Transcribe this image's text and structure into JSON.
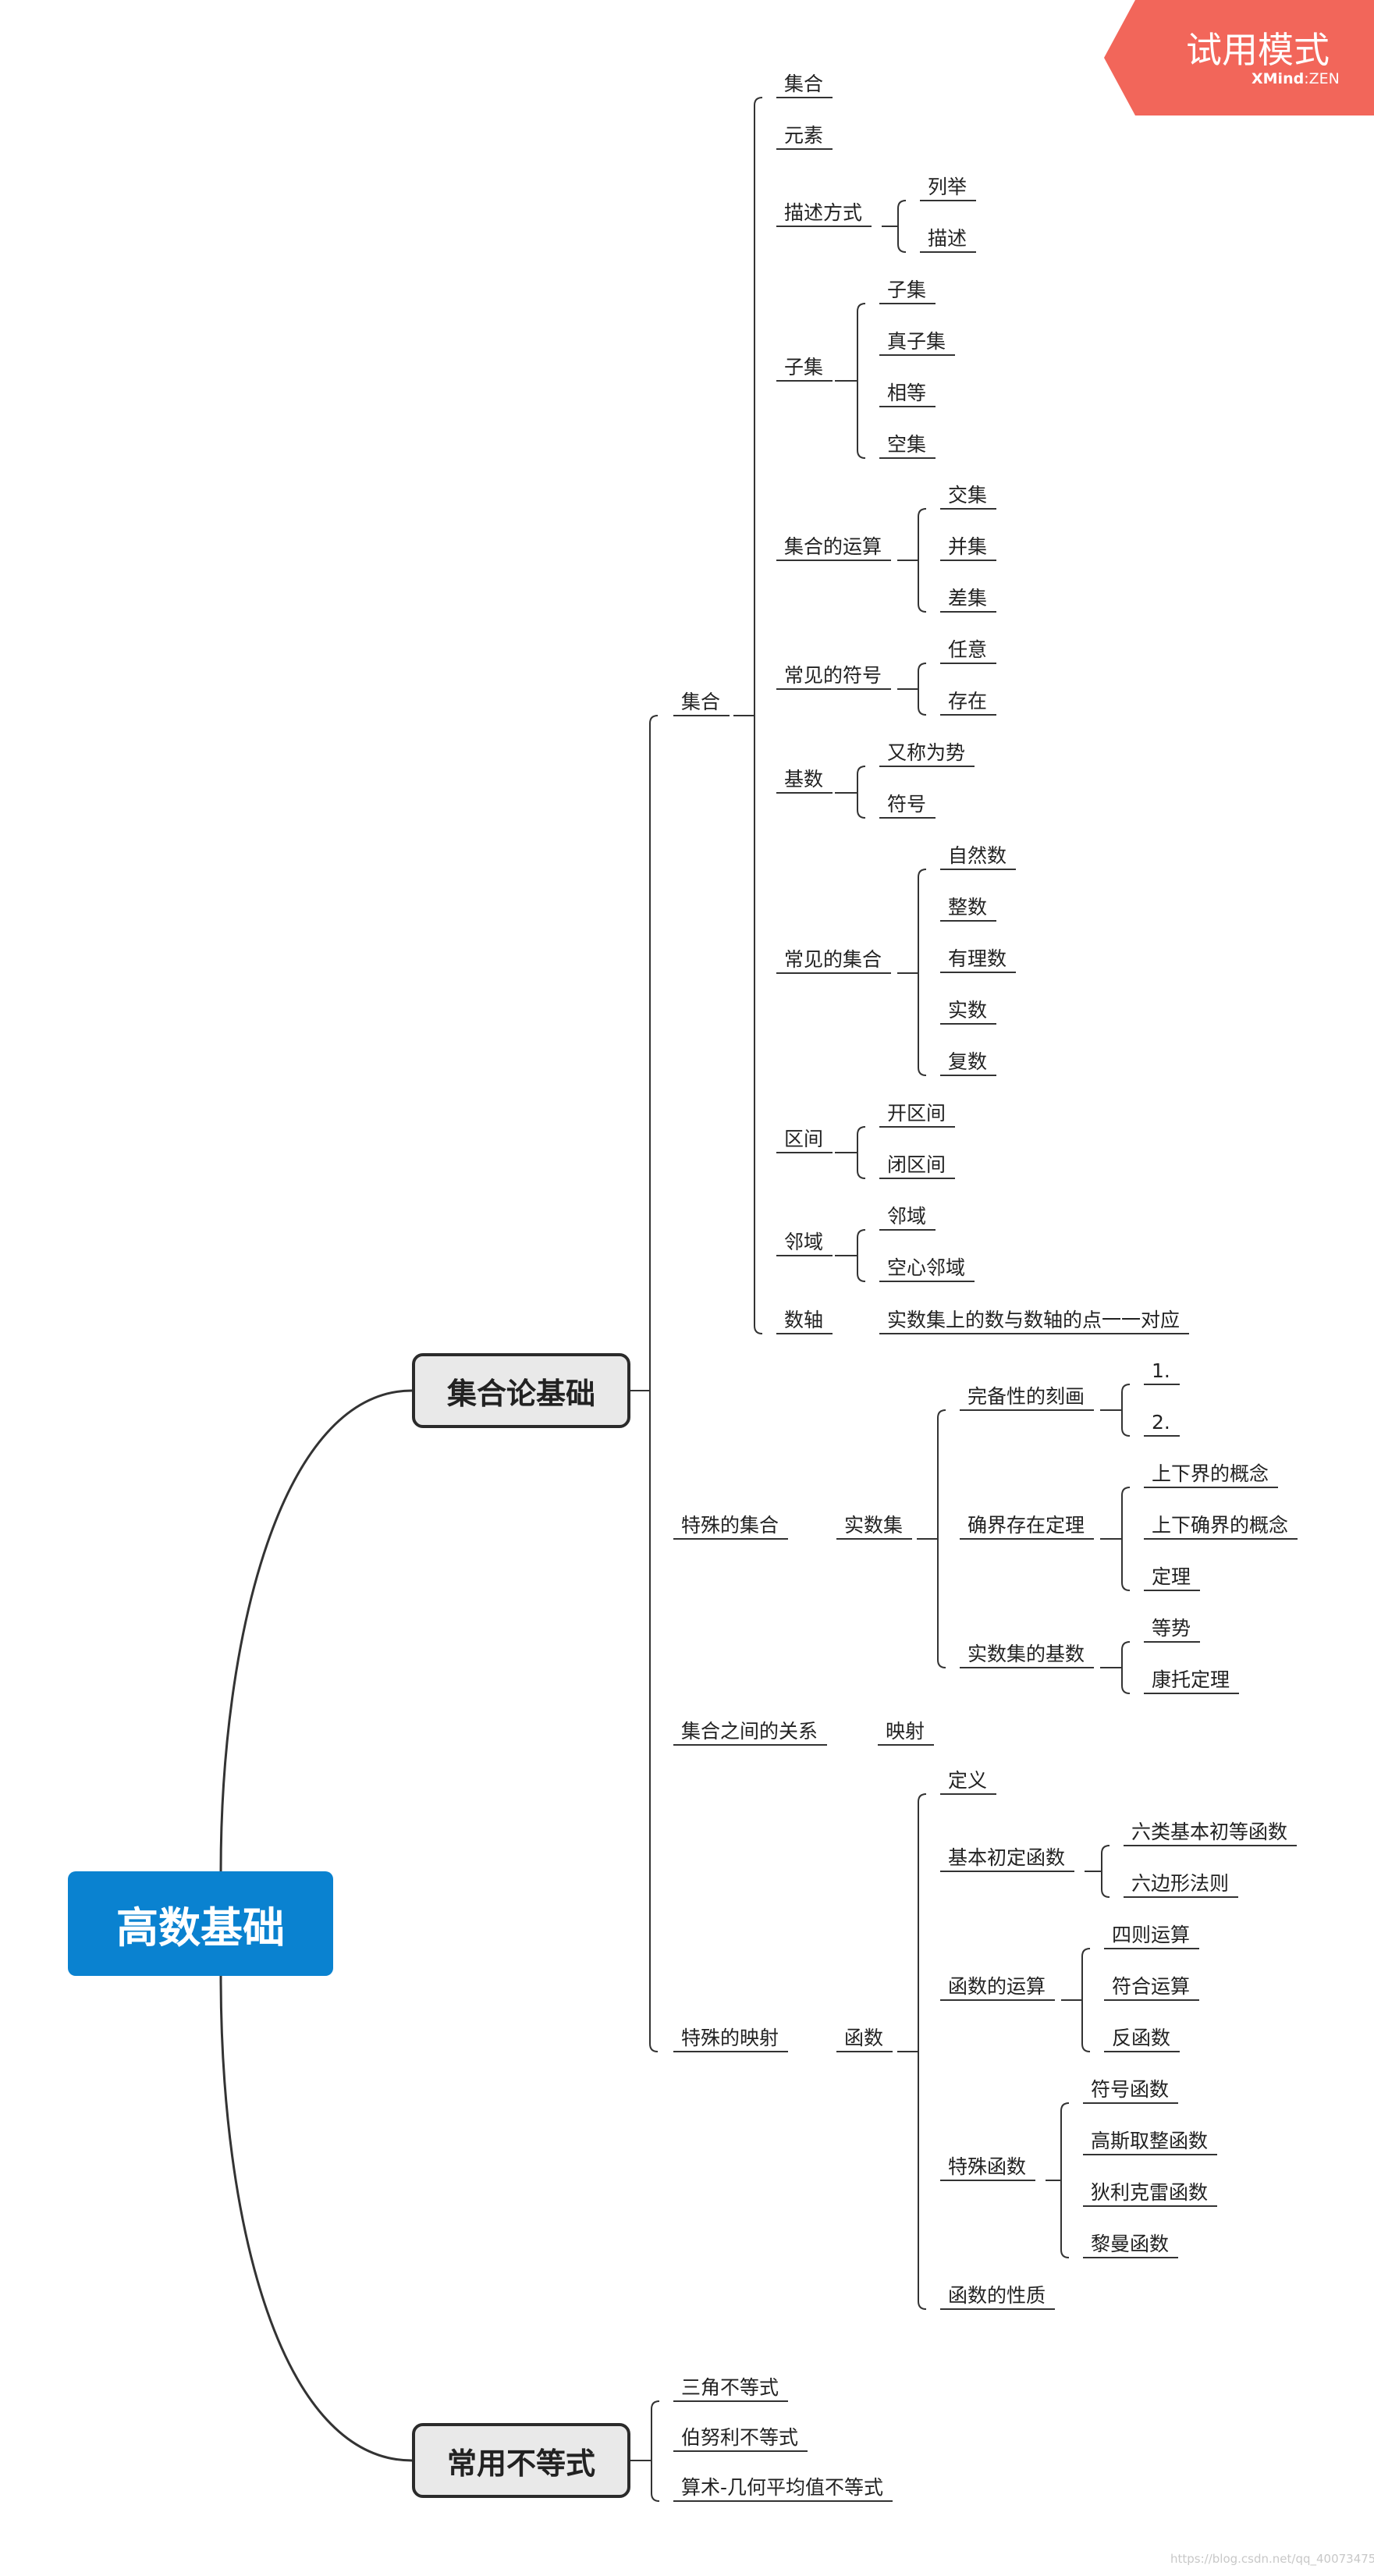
{
  "badge": {
    "title": "试用模式",
    "brand": "XMind",
    "edition": "ZEN",
    "color": "#f2665a"
  },
  "root": {
    "label": "高数基础",
    "color": "#0a82d0"
  },
  "branch1": {
    "label": "集合论基础",
    "set": {
      "label": "集合",
      "items": {
        "jihe": "集合",
        "yuansu": "元素",
        "miaoshu": {
          "label": "描述方式",
          "children": [
            "列举",
            "描述"
          ]
        },
        "ziji": {
          "label": "子集",
          "children": [
            "子集",
            "真子集",
            "相等",
            "空集"
          ]
        },
        "yunsuan": {
          "label": "集合的运算",
          "children": [
            "交集",
            "并集",
            "差集"
          ]
        },
        "fuhao": {
          "label": "常见的符号",
          "children": [
            "任意",
            "存在"
          ]
        },
        "jishu": {
          "label": "基数",
          "children": [
            "又称为势",
            "符号"
          ]
        },
        "changjian": {
          "label": "常见的集合",
          "children": [
            "自然数",
            "整数",
            "有理数",
            "实数",
            "复数"
          ]
        },
        "qujian": {
          "label": "区间",
          "children": [
            "开区间",
            "闭区间"
          ]
        },
        "linyu": {
          "label": "邻域",
          "children": [
            "邻域",
            "空心邻域"
          ]
        },
        "shuzhou": {
          "label": "数轴",
          "children": [
            "实数集上的数与数轴的点一一对应"
          ]
        }
      }
    },
    "special_sets": {
      "label": "特殊的集合",
      "real": {
        "label": "实数集",
        "completeness": {
          "label": "完备性的刻画",
          "children": [
            "1.",
            "2."
          ]
        },
        "bound": {
          "label": "确界存在定理",
          "children": [
            "上下界的概念",
            "上下确界的概念",
            "定理"
          ]
        },
        "cardinal": {
          "label": "实数集的基数",
          "children": [
            "等势",
            "康托定理"
          ]
        }
      }
    },
    "relation": {
      "label": "集合之间的关系",
      "child": "映射"
    },
    "special_maps": {
      "label": "特殊的映射",
      "func": {
        "label": "函数",
        "definition": "定义",
        "basic": {
          "label": "基本初定函数",
          "children": [
            "六类基本初等函数",
            "六边形法则"
          ]
        },
        "ops": {
          "label": "函数的运算",
          "children": [
            "四则运算",
            "符合运算",
            "反函数"
          ]
        },
        "special": {
          "label": "特殊函数",
          "children": [
            "符号函数",
            "高斯取整函数",
            "狄利克雷函数",
            "黎曼函数"
          ]
        },
        "props": "函数的性质"
      }
    }
  },
  "branch2": {
    "label": "常用不等式",
    "children": [
      "三角不等式",
      "伯努利不等式",
      "算术-几何平均值不等式"
    ]
  },
  "watermark": "https://blog.csdn.net/qq_40073475"
}
